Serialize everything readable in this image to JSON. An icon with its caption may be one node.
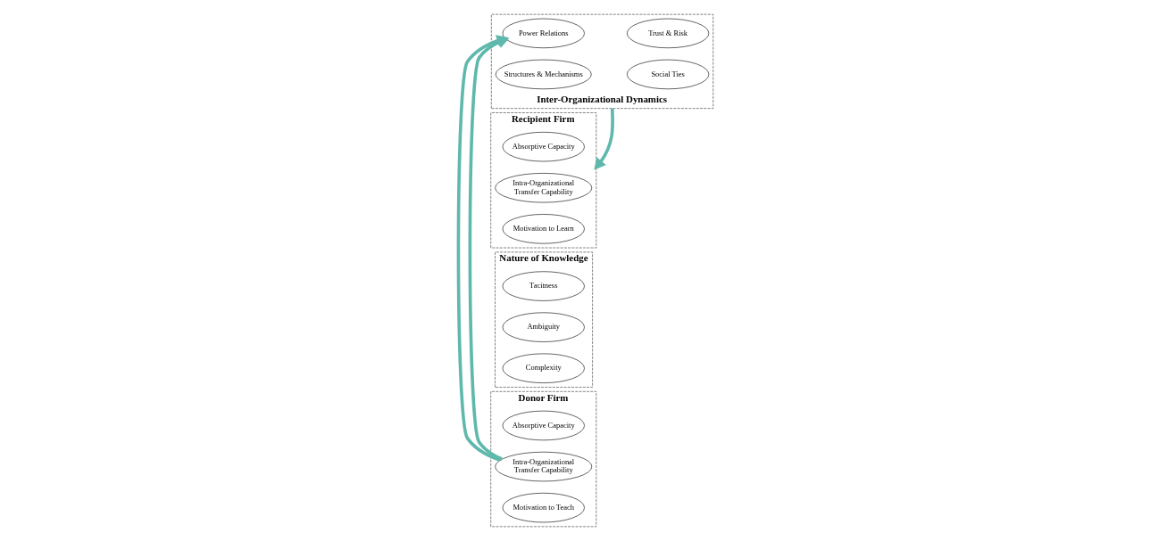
{
  "diagram": {
    "nodes": [
      {
        "text": [
          "Donor Firm"
        ]
      },
      {
        "text": [
          "Absorptive Capacity"
        ],
        "in": 0
      },
      {
        "text": [
          "Intra-Organizational Transfer Capability"
        ],
        "in": 0
      },
      {
        "text": [
          "Motivation to Teach"
        ],
        "in": 0
      },
      {
        "text": [
          "Nature of Knowledge"
        ]
      },
      {
        "text": [
          "Tacitness"
        ],
        "in": 4
      },
      {
        "text": [
          "Ambiguity"
        ],
        "in": 4
      },
      {
        "text": [
          "Complexity"
        ],
        "in": 4
      },
      {
        "text": [
          "Inter-Organizational Dynamics"
        ]
      },
      {
        "text": [
          "Power Relations"
        ],
        "in": 8
      },
      {
        "text": [
          "Trust & Risk"
        ],
        "in": 8
      },
      {
        "text": [
          "Structures & Mechanisms"
        ],
        "in": 8
      },
      {
        "text": [
          "Social Ties"
        ],
        "in": 8
      },
      {
        "text": [
          "Recipient Firm"
        ]
      },
      {
        "text": [
          "Absorptive Capacity"
        ],
        "in": 13
      },
      {
        "text": [
          "Intra-Organizational Transfer Capability"
        ],
        "in": 13
      },
      {
        "text": [
          "Motivation to Learn"
        ],
        "in": 13
      }
    ],
    "edges": [
      {
        "from": 0,
        "to": 8,
        "arrow": "to"
      },
      {
        "from": 8,
        "to": 13,
        "arrow": "to"
      }
    ]
  }
}
